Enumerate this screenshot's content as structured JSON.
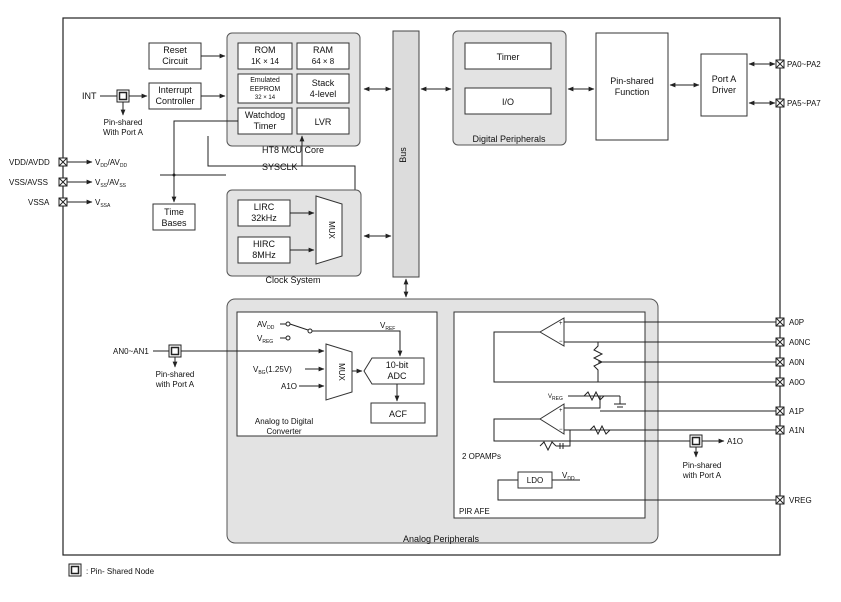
{
  "core": {
    "rom": [
      "ROM",
      "1K × 14"
    ],
    "ram": [
      "RAM",
      "64 × 8"
    ],
    "eeprom": [
      "Emulated",
      "EEPROM",
      "32 × 14"
    ],
    "stack": [
      "Stack",
      "4-level"
    ],
    "wdt": [
      "Watchdog",
      "Timer"
    ],
    "lvr": "LVR",
    "title": "HT8 MCU Core"
  },
  "left_blocks": {
    "reset": [
      "Reset",
      "Circuit"
    ],
    "interrupt": [
      "Interrupt",
      "Controller"
    ],
    "timebases": [
      "Time",
      "Bases"
    ]
  },
  "int_pin": {
    "label": "INT",
    "note": [
      "Pin-shared",
      "With Port A"
    ]
  },
  "power_pins": [
    {
      "pin": "VDD/AVDD",
      "net": "V",
      "net_sub": "DD",
      "net_sep": "/AV",
      "net_sub2": "DD"
    },
    {
      "pin": "VSS/AVSS",
      "net": "V",
      "net_sub": "SS",
      "net_sep": "/AV",
      "net_sub2": "SS"
    },
    {
      "pin": "VSSA",
      "net": "V",
      "net_sub": "SSA",
      "net_sep": "",
      "net_sub2": ""
    }
  ],
  "sysclk": "SYSCLK",
  "clock": {
    "lirc": [
      "LIRC",
      "32kHz"
    ],
    "hirc": [
      "HIRC",
      "8MHz"
    ],
    "mux": "MUX",
    "title": "Clock System"
  },
  "bus": "Bus",
  "digital": {
    "timer": "Timer",
    "io": "I/O",
    "title": "Digital Peripherals"
  },
  "pin_shared_function": [
    "Pin-shared",
    "Function"
  ],
  "port_a_driver": [
    "Port A",
    "Driver"
  ],
  "port_pins": [
    "PA0~PA2",
    "PA5~PA7"
  ],
  "adc": {
    "an_pin": "AN0~AN1",
    "an_note": [
      "Pin-shared",
      "with Port A"
    ],
    "avdd": "AV",
    "avdd_sub": "DD",
    "vreg": "V",
    "vreg_sub": "REG",
    "vref": "V",
    "vref_sub": "REF",
    "vbg": "V",
    "vbg_sub": "BG",
    "vbg_val": "(1.25V)",
    "a1o": "A1O",
    "mux": "MUX",
    "adc": [
      "10-bit",
      "ADC"
    ],
    "acf": "ACF",
    "title": [
      "Analog to Digital",
      "Converter"
    ]
  },
  "pir": {
    "title": "PIR AFE",
    "opamps": "2  OPAMPs",
    "ldo": "LDO",
    "ldo_vdd": "V",
    "ldo_vdd_sub": "DD",
    "vreg_small": "V",
    "vreg_small_sub": "REG",
    "a1o_pin": "A1O",
    "a1o_note": [
      "Pin-shared",
      "with Port A"
    ]
  },
  "analog_pins": [
    "A0P",
    "A0NC",
    "A0N",
    "A0O",
    "A1P",
    "A1N",
    "VREG"
  ],
  "analog_title": "Analog Peripherals",
  "legend": ": Pin- Shared Node"
}
